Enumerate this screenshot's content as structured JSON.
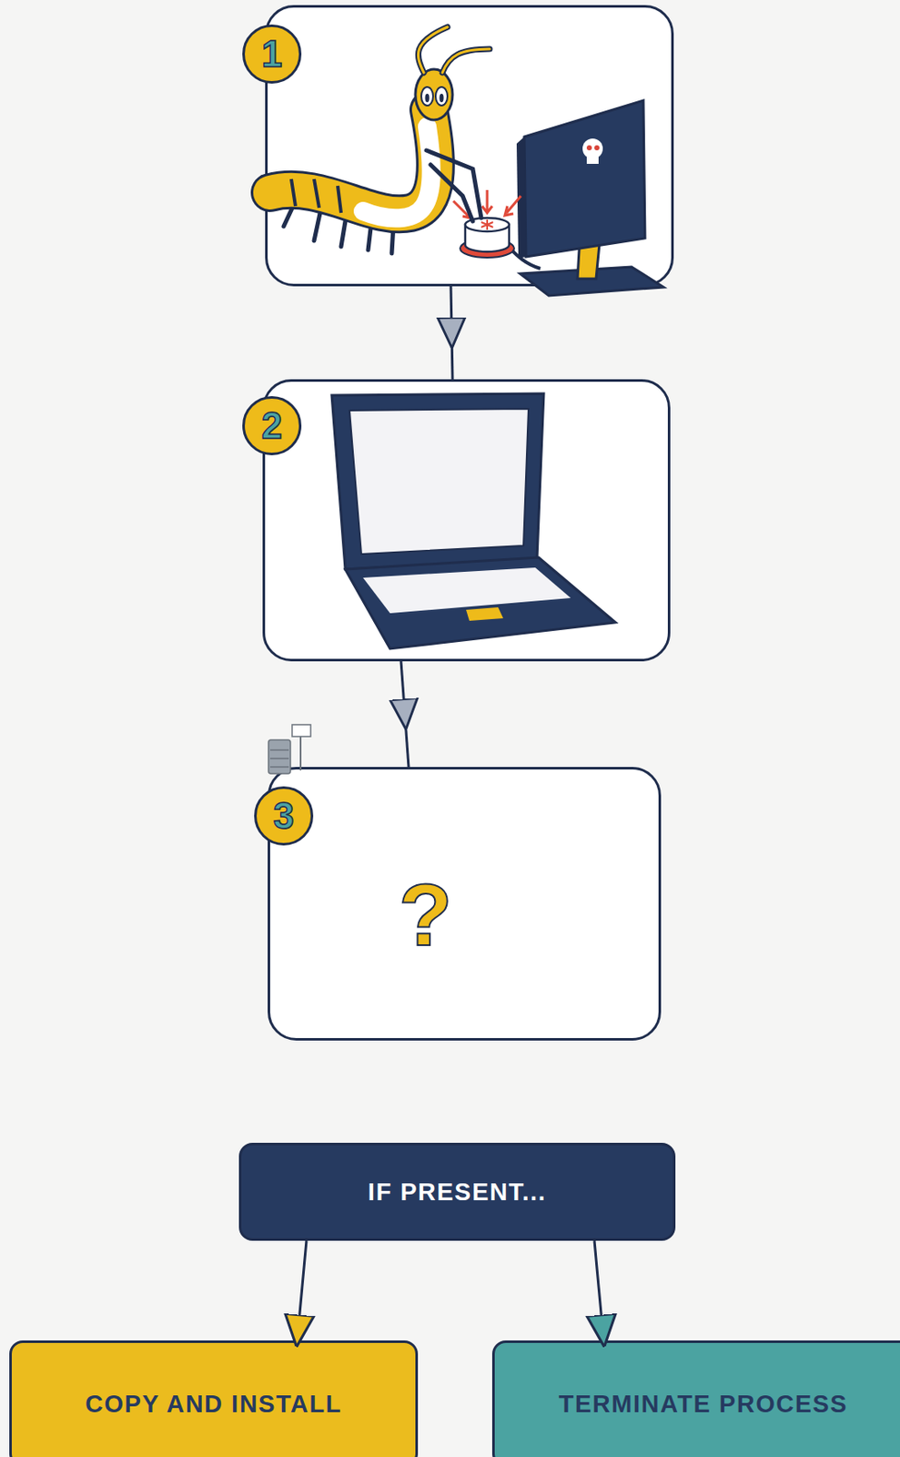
{
  "diagram": {
    "nodes": [
      {
        "text": [
          "1"
        ]
      },
      {
        "text": [
          "2"
        ]
      },
      {
        "text": [
          "3",
          "?"
        ]
      },
      {
        "text": [
          "IF PRESENT..."
        ]
      },
      {
        "text": [
          "COPY AND INSTALL"
        ]
      },
      {
        "text": [
          "TERMINATE PROCESS"
        ]
      }
    ],
    "edges": [
      {
        "from": 0,
        "to": 1,
        "arrow": "to"
      },
      {
        "from": 1,
        "to": 2,
        "arrow": "to"
      },
      {
        "from": 3,
        "to": 4,
        "arrow": "to"
      },
      {
        "from": 3,
        "to": 5,
        "arrow": "to"
      }
    ]
  }
}
